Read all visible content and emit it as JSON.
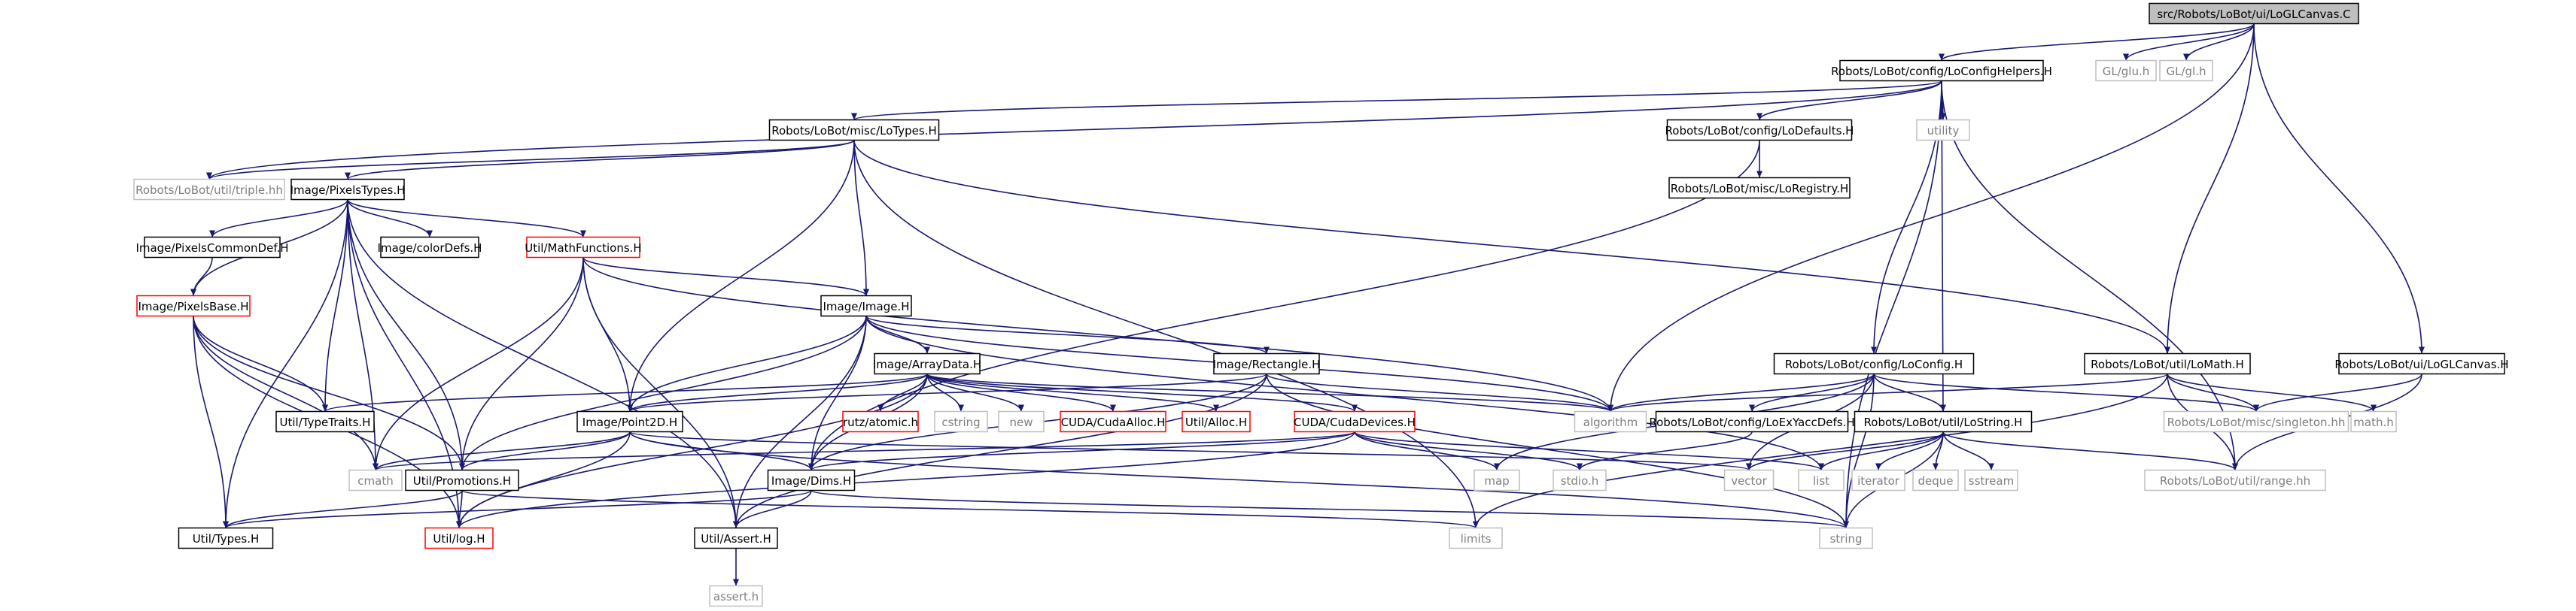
{
  "title": "src/Robots/LoBot/ui/LoGLCanvas.C",
  "colors": {
    "root_fill": "#bfbfbf",
    "box_border_black": "#000000",
    "box_border_red": "#ff0000",
    "box_border_gray": "#bfbfbf",
    "text_black": "#000000",
    "text_gray": "#7f7f7f",
    "edge_color": "#191970"
  },
  "nodes": {
    "root": "src/Robots/LoBot/ui/LoGLCanvas.C",
    "loconfighelpers": "Robots/LoBot/config/LoConfigHelpers.H",
    "glu": "GL/glu.h",
    "gl": "GL/gl.h",
    "lotypes": "Robots/LoBot/misc/LoTypes.H",
    "utility": "utility",
    "lodefaults": "Robots/LoBot/config/LoDefaults.H",
    "loregistry": "Robots/LoBot/misc/LoRegistry.H",
    "triple": "Robots/LoBot/util/triple.hh",
    "pixelstypes": "Image/PixelsTypes.H",
    "pixelscommondef": "Image/PixelsCommonDef.H",
    "colordefs": "Image/colorDefs.H",
    "mathfunctions": "Util/MathFunctions.H",
    "pixelsbase": "Image/PixelsBase.H",
    "image": "Image/Image.H",
    "arraydata": "Image/ArrayData.H",
    "rectangle": "Image/Rectangle.H",
    "loconfig": "Robots/LoBot/config/LoConfig.H",
    "lomath": "Robots/LoBot/util/LoMath.H",
    "loglcanvas_h": "Robots/LoBot/ui/LoGLCanvas.H",
    "typetraits": "Util/TypeTraits.H",
    "point2d": "Image/Point2D.H",
    "rutz_atomic": "rutz/atomic.h",
    "cstring": "cstring",
    "new": "new",
    "cudaalloc": "CUDA/CudaAlloc.H",
    "alloc": "Util/Alloc.H",
    "cudadevices": "CUDA/CudaDevices.H",
    "algorithm": "algorithm",
    "loextyacc": "Robots/LoBot/config/LoExYaccDefs.H",
    "lostring": "Robots/LoBot/util/LoString.H",
    "singleton": "Robots/LoBot/misc/singleton.hh",
    "math_h": "math.h",
    "cmath": "cmath",
    "promotions": "Util/Promotions.H",
    "dims": "Image/Dims.H",
    "map": "map",
    "stdio": "stdio.h",
    "vector": "vector",
    "list": "list",
    "iterator": "iterator",
    "deque": "deque",
    "sstream": "sstream",
    "range": "Robots/LoBot/util/range.hh",
    "types": "Util/Types.H",
    "log": "Util/log.H",
    "assert": "Util/Assert.H",
    "limits": "limits",
    "string": "string",
    "assert_h": "assert.h"
  }
}
